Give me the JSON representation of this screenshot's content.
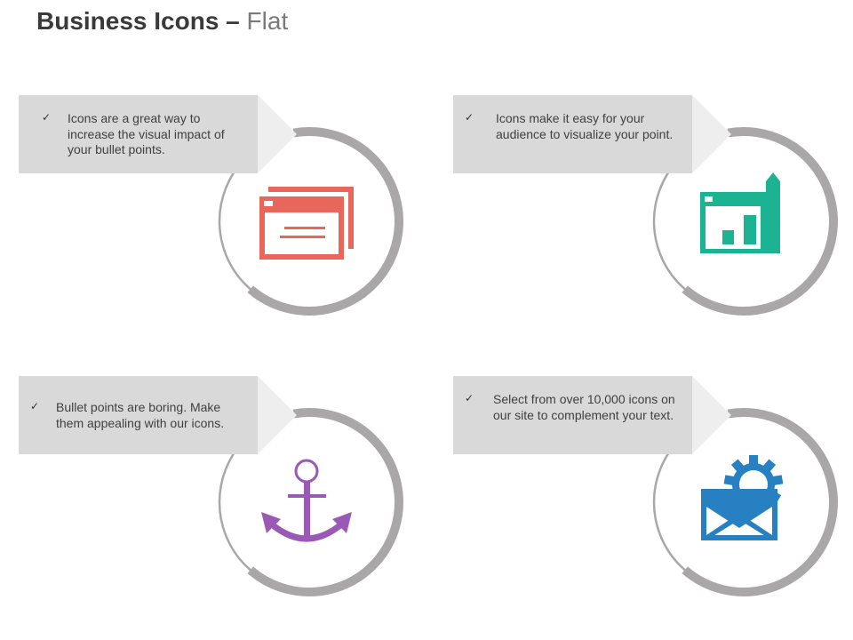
{
  "header": {
    "title": "Business Icons",
    "separator": " – ",
    "subtitle": "Flat"
  },
  "colors": {
    "ring": "#a9a7a7",
    "callout_bg": "#d9d9d9",
    "callout_arrow": "#eeeeee",
    "window_icon": "#e8675a",
    "chart_icon": "#1cb393",
    "anchor_icon": "#9b59b6",
    "mail_gear_icon": "#2680c2"
  },
  "cards": [
    {
      "bullet": "✓",
      "text": "Icons are a great way to increase the visual impact of your bullet points.",
      "icon": "browser-windows-icon"
    },
    {
      "bullet": "✓",
      "text": "Icons make it easy for your audience to visualize your point.",
      "icon": "growth-chart-icon"
    },
    {
      "bullet": "✓",
      "text": "Bullet points are boring. Make them appealing with our icons.",
      "icon": "anchor-icon"
    },
    {
      "bullet": "✓",
      "text": "Select from over 10,000 icons on our site to complement your text.",
      "icon": "mail-settings-icon"
    }
  ]
}
